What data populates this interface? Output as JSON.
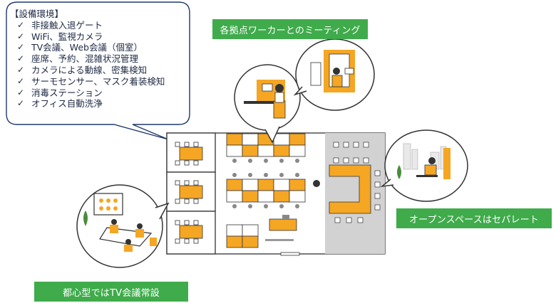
{
  "callout": {
    "title": "【設備環境】",
    "items": [
      "非接触入退ゲート",
      "WiFi、監視カメラ",
      "TV会議、Web会議（個室）",
      "座席、予約、混雑状況管理",
      "カメラによる動線、密集検知",
      "サーモセンサー、マスク着装検知",
      "消毒ステーション",
      "オフィス自動洗浄"
    ]
  },
  "labels": {
    "meeting": "各拠点ワーカーとのミーティング",
    "tv": "都心型ではTV会議常設",
    "open": "オープンスペースはセパレート"
  },
  "colors": {
    "accent_orange": "#f5a623",
    "label_green": "#3fab4b",
    "floor_gray": "#d2d2d2",
    "outline": "#333333"
  },
  "icons": [
    "check-icon",
    "worker-icon",
    "desk-icon",
    "chair-icon",
    "monitor-icon",
    "plant-icon",
    "city-icon"
  ]
}
